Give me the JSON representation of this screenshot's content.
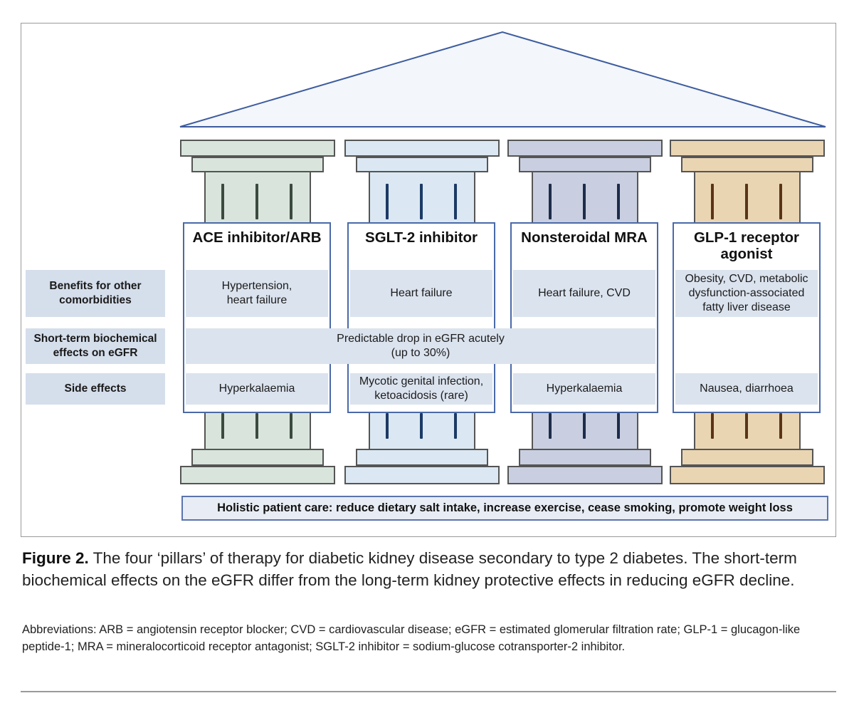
{
  "pillars": [
    {
      "title": "ACE inhibitor/ARB",
      "benefit": "Hypertension,\nheart failure",
      "side_effect": "Hyperkalaemia",
      "color": "#d9e5dc",
      "flute_color": "#3b4a3e"
    },
    {
      "title": "SGLT-2 inhibitor",
      "benefit": "Heart failure",
      "side_effect": "Mycotic genital infection,\nketoacidosis (rare)",
      "color": "#dbe8f3",
      "flute_color": "#1c3a66"
    },
    {
      "title": "Nonsteroidal MRA",
      "benefit": "Heart failure, CVD",
      "side_effect": "Hyperkalaemia",
      "color": "#c9cfe0",
      "flute_color": "#1e2c4a"
    },
    {
      "title": "GLP-1 receptor\nagonist",
      "benefit": "Obesity, CVD, metabolic\ndysfunction-associated\nfatty liver disease",
      "side_effect": "Nausea, diarrhoea",
      "color": "#ead5b3",
      "flute_color": "#5a3418"
    }
  ],
  "row_labels": {
    "benefits": "Benefits for other\ncomorbidities",
    "short_term": "Short-term biochemical\neffects on eGFR",
    "side_effects": "Side effects"
  },
  "short_term_effect": "Predictable drop in eGFR acutely\n(up to 30%)",
  "foundation": "Holistic patient care: reduce dietary salt intake, increase exercise, cease smoking, promote weight loss",
  "caption": {
    "label": "Figure 2.",
    "text": " The four ‘pillars’ of therapy for diabetic kidney disease secondary to type 2 diabetes. The short-term biochemical effects on the eGFR differ from the long-term kidney protective effects in reducing eGFR decline.",
    "abbreviations": "Abbreviations: ARB = angiotensin receptor blocker; CVD = cardiovascular disease; eGFR = estimated glomerular filtration rate; GLP-1 = glucagon-like peptide-1; MRA = mineralocorticoid receptor antagonist; SGLT-2 inhibitor = sodium-glucose cotransporter-2 inhibitor."
  },
  "colors": {
    "panel_border": "#4a6aa8",
    "band": "#dbe3ee",
    "row_label_bg": "#d5deeb",
    "roof_fill": "#f3f6fb",
    "roof_stroke": "#3d5c9e"
  }
}
